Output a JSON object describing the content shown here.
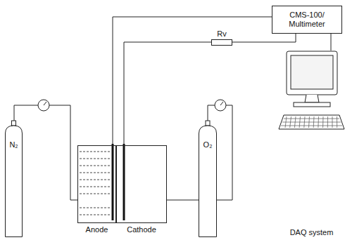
{
  "diagram": {
    "nodes": [
      {
        "text": [
          "N₂"
        ]
      },
      {
        "text": [
          "Anode"
        ]
      },
      {
        "text": [
          "Cathode"
        ]
      },
      {
        "text": [
          "O₂"
        ]
      },
      {
        "text": [
          "Rv"
        ]
      },
      {
        "text": [
          "CMS-100/ Multimeter"
        ]
      },
      {
        "text": [
          "DAQ system"
        ]
      }
    ],
    "edges": [
      {
        "from": 0,
        "to": 1,
        "arrow": "none"
      },
      {
        "from": 3,
        "to": 2,
        "arrow": "none"
      },
      {
        "from": 1,
        "to": 5,
        "arrow": "none"
      },
      {
        "from": 2,
        "to": 4,
        "arrow": "none"
      },
      {
        "from": 4,
        "to": 5,
        "arrow": "none"
      },
      {
        "from": 5,
        "to": 6,
        "arrow": "none"
      }
    ]
  }
}
